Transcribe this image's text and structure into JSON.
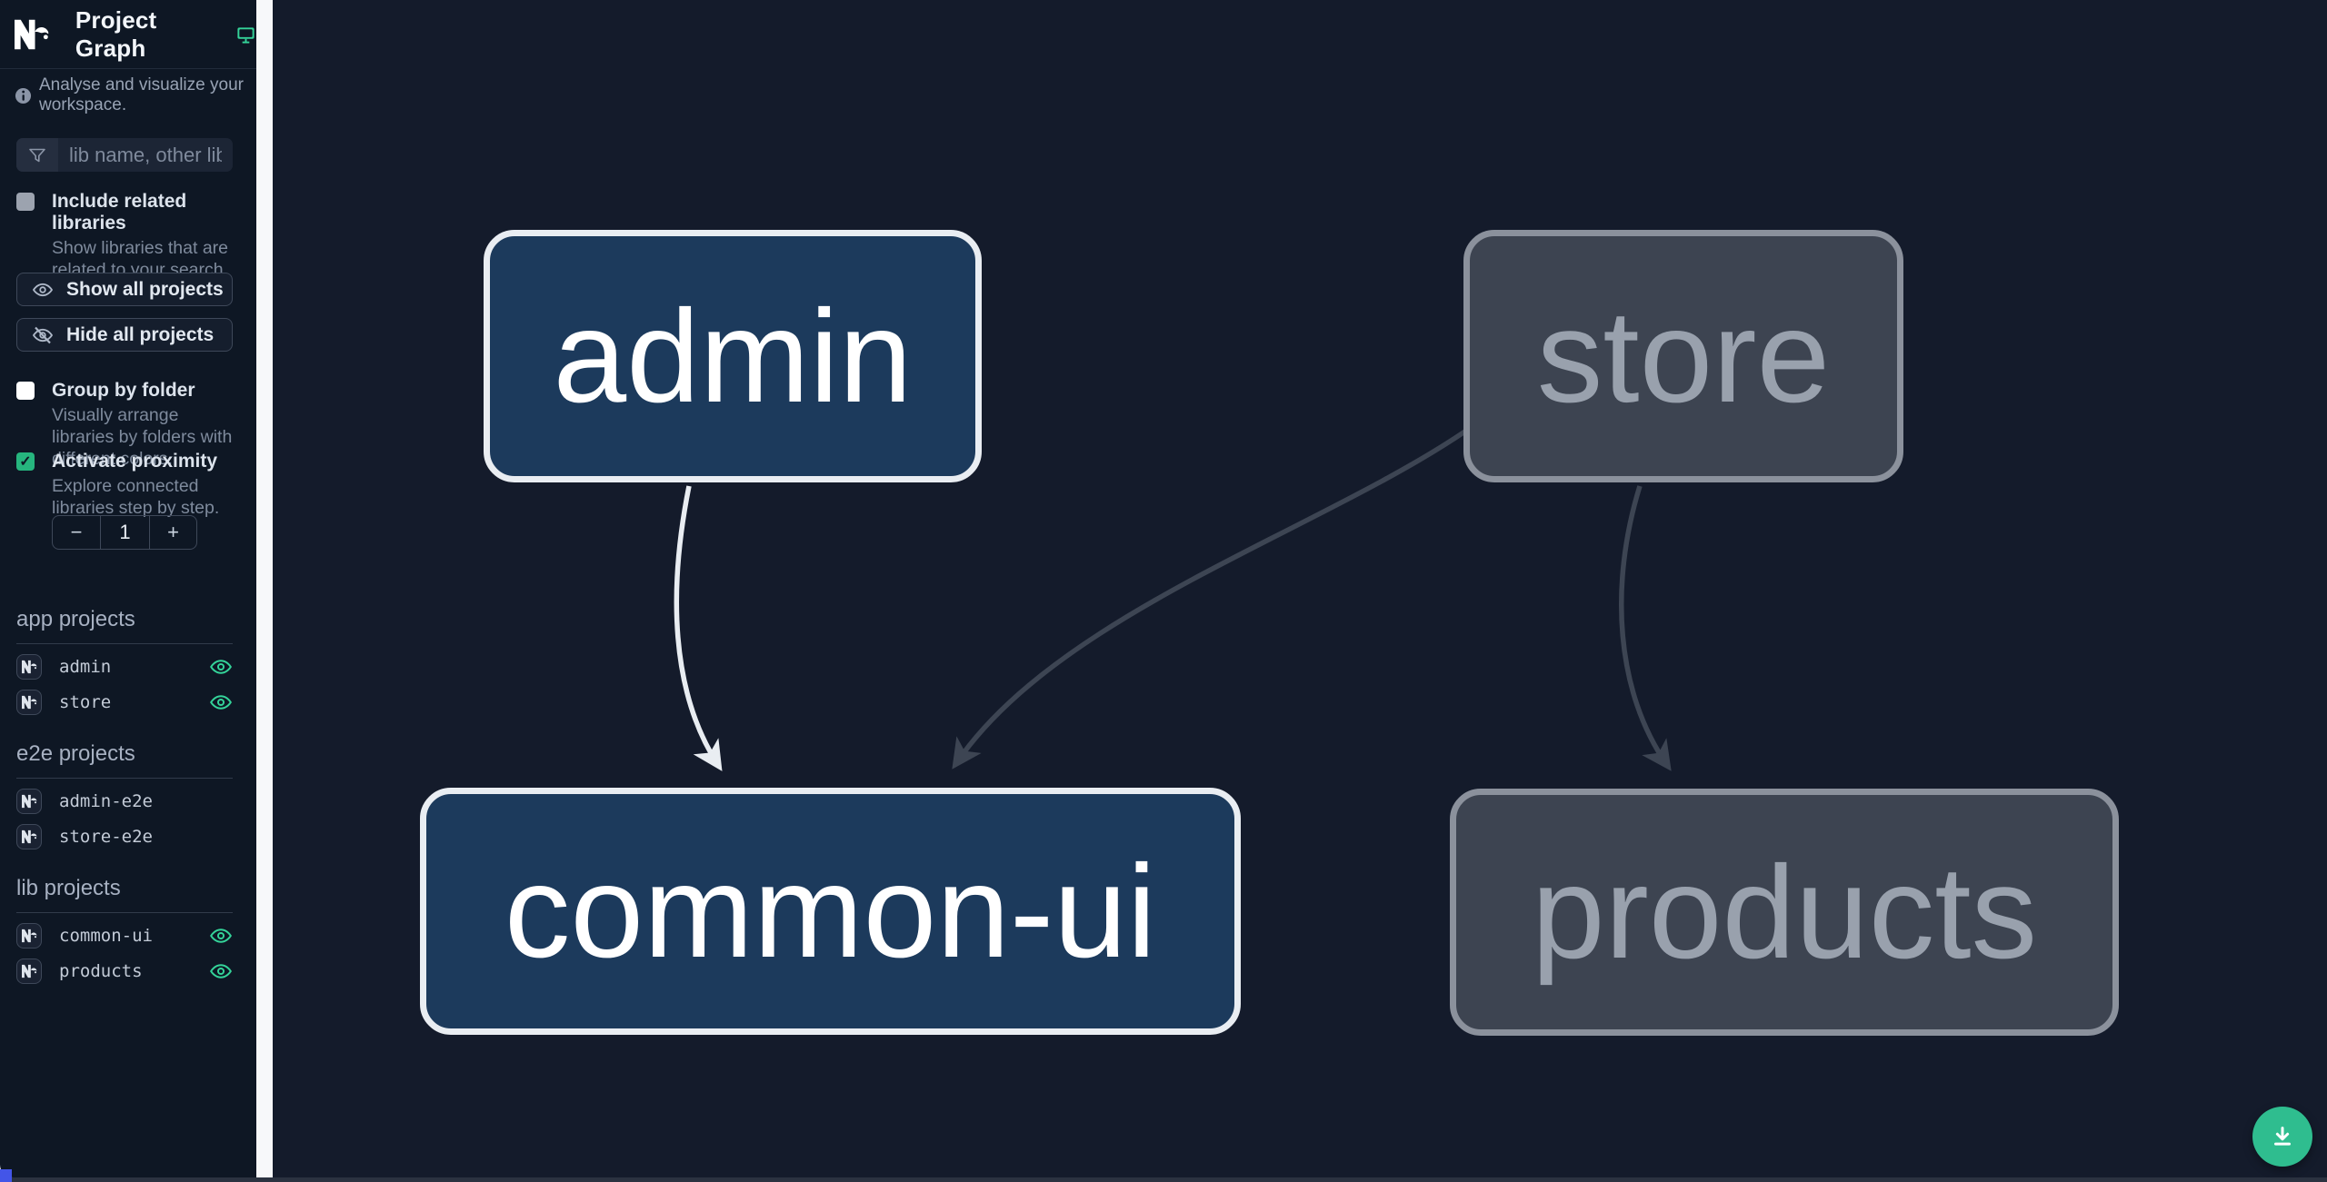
{
  "header": {
    "title": "Project Graph",
    "logo_icon": "nx-logo",
    "env_icon": "monitor-icon"
  },
  "sidebar": {
    "tagline": "Analyse and visualize your workspace.",
    "filter": {
      "placeholder": "lib name, other lib name",
      "value": ""
    },
    "checkboxes": [
      {
        "label": "Include related libraries",
        "description": "Show libraries that are related to your search.",
        "checked": false
      },
      {
        "label": "Group by folder",
        "description": "Visually arrange libraries by folders with different colors.",
        "checked": false
      },
      {
        "label": "Activate proximity",
        "description": "Explore connected libraries step by step.",
        "checked": true,
        "check_glyph": "✓"
      }
    ],
    "buttons": [
      {
        "label": "Show all projects",
        "icon": "eye-icon"
      },
      {
        "label": "Hide all projects",
        "icon": "eye-off-icon"
      }
    ],
    "proximity_stepper": {
      "decrement": "−",
      "value": "1",
      "increment": "+"
    },
    "sections": [
      {
        "title": "app projects",
        "items": [
          {
            "name": "admin",
            "visible": true
          },
          {
            "name": "store",
            "visible": true
          }
        ]
      },
      {
        "title": "e2e projects",
        "items": [
          {
            "name": "admin-e2e",
            "visible": false
          },
          {
            "name": "store-e2e",
            "visible": false
          }
        ]
      },
      {
        "title": "lib projects",
        "items": [
          {
            "name": "common-ui",
            "visible": true
          },
          {
            "name": "products",
            "visible": true
          }
        ]
      }
    ]
  },
  "graph": {
    "nodes": [
      {
        "id": "admin",
        "label": "admin",
        "state": "focused"
      },
      {
        "id": "store",
        "label": "store",
        "state": "unfocused"
      },
      {
        "id": "common-ui",
        "label": "common-ui",
        "state": "focused"
      },
      {
        "id": "products",
        "label": "products",
        "state": "unfocused"
      }
    ],
    "edges": [
      {
        "source": "admin",
        "target": "common-ui",
        "highlighted": true
      },
      {
        "source": "store",
        "target": "common-ui",
        "highlighted": false
      },
      {
        "source": "store",
        "target": "products",
        "highlighted": false
      }
    ]
  },
  "fab": {
    "icon": "download-icon"
  },
  "colors": {
    "accent_teal": "#2fbd8f",
    "eye_green": "#34d399",
    "checkbox_checked": "#26b57e",
    "focused_node_fill": "#1c3a5c",
    "focused_node_border": "#e9edf2",
    "unfocused_node_fill": "#3d4451",
    "unfocused_node_border": "#8b919c",
    "edge_highlight": "#e9edf2",
    "edge_dim": "#3d4553",
    "sidebar_bg": "#0e1724",
    "canvas_bg": "#141b2b",
    "scroll_thumb_blue": "#4355e8"
  }
}
